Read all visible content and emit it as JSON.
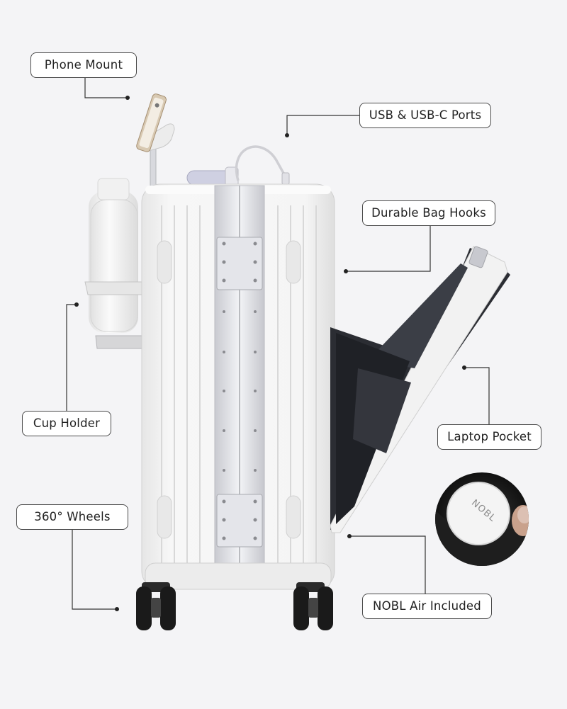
{
  "colors": {
    "background": "#f4f4f6",
    "suitcase_shell": "#f1f1f0",
    "aluminum_frame": "#dcdde2",
    "interior_lining": "#2b2d33",
    "wheels": "#1a1a1a",
    "callout_border": "#4a4a4a",
    "leader_line": "#333333"
  },
  "callouts": {
    "phone_mount": "Phone Mount",
    "usb_ports": "USB & USB-C Ports",
    "bag_hooks": "Durable Bag Hooks",
    "cup_holder": "Cup Holder",
    "laptop_pocket": "Laptop Pocket",
    "wheels": "360° Wheels",
    "nobl_air": "NOBL Air Included"
  },
  "logo": {
    "tracker_brand": "NOBL"
  },
  "icons": {
    "tracker": "airtag-tracker-icon",
    "phone": "smartphone-icon",
    "bottle": "water-bottle-icon"
  }
}
